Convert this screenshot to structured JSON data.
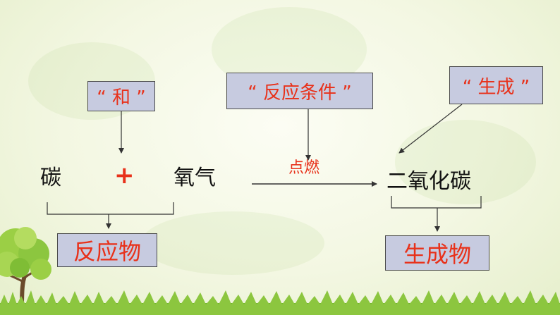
{
  "labels": {
    "and": "“ 和 ”",
    "condition": "“ 反应条件 ”",
    "produce": "“ 生成 ”"
  },
  "reaction": {
    "reactant_1": "碳",
    "plus": "+",
    "reactant_2": "氧气",
    "condition": "点燃",
    "product": "二氧化碳"
  },
  "groups": {
    "reactants": "反应物",
    "products": "生成物"
  },
  "colors": {
    "accent": "#e8311a",
    "box_fill": "#c7cbe0",
    "text": "#111111",
    "tree_green": "#8cc63f",
    "grass_green": "#6fb52c"
  },
  "icons": {
    "tree": "tree-icon",
    "grass": "grass-strip"
  }
}
